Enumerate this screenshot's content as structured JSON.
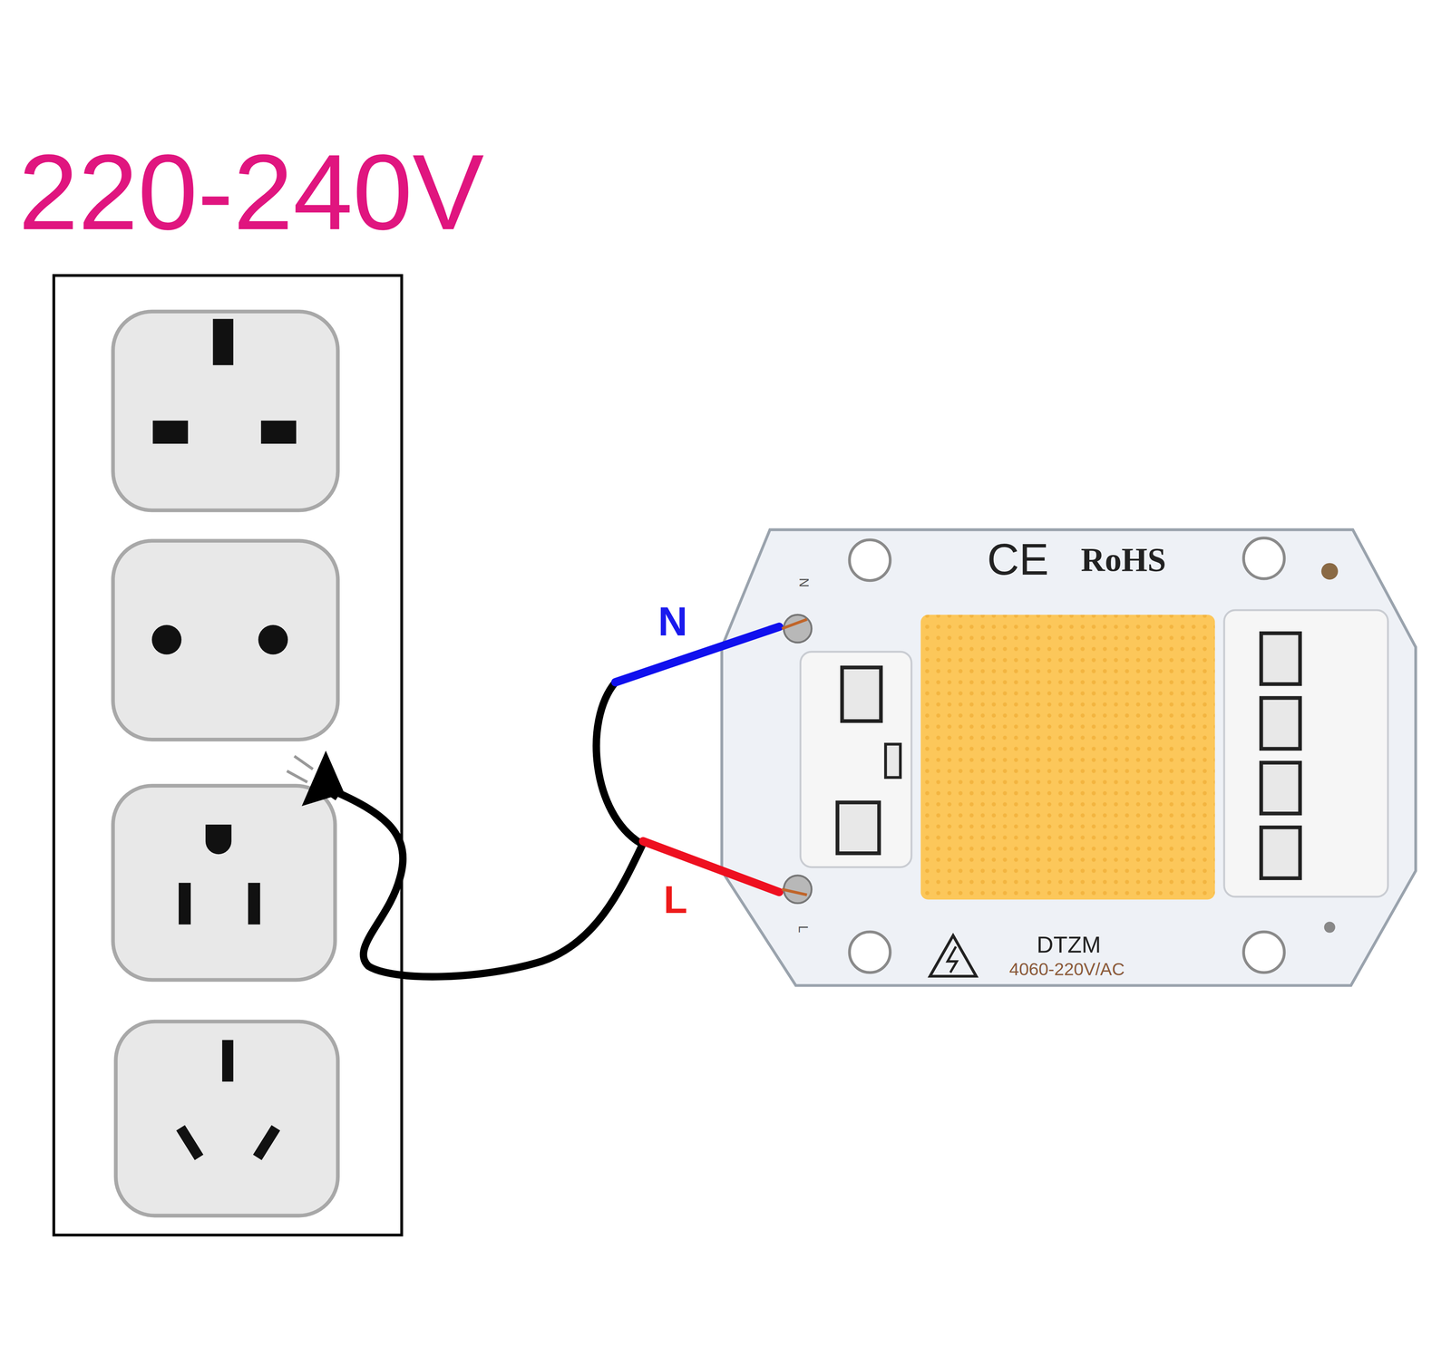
{
  "diagram": {
    "title": "220-240V",
    "labels": [
      "N",
      "L",
      "N",
      "L",
      "CE",
      "RoHS",
      "DTZM",
      "4060-220V/AC"
    ]
  }
}
